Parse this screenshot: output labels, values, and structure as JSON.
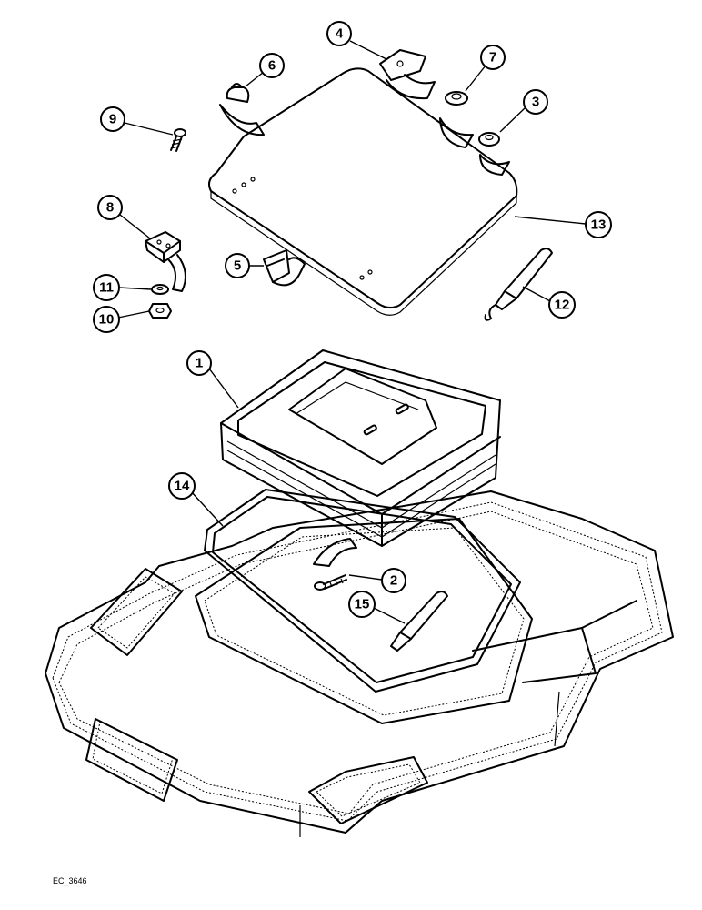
{
  "callouts": [
    "1",
    "2",
    "3",
    "4",
    "5",
    "6",
    "7",
    "8",
    "9",
    "10",
    "11",
    "12",
    "13",
    "14",
    "15"
  ],
  "figure_id": "EC_3646"
}
